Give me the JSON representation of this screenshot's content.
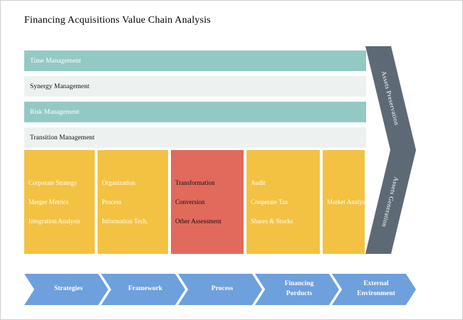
{
  "title": "Financing Acquisitions Value Chain Analysis",
  "support_bars": [
    {
      "label": "Time Management",
      "variant": "teal"
    },
    {
      "label": "Synergy Management",
      "variant": "light"
    },
    {
      "label": "Risk Management",
      "variant": "teal"
    },
    {
      "label": "Transition Management",
      "variant": "light"
    }
  ],
  "activity_boxes": [
    {
      "variant": "yellow",
      "items": [
        "Corporate Strategy",
        "Merger Metrics",
        "Integration Analysis"
      ]
    },
    {
      "variant": "yellow",
      "items": [
        "Organization",
        "Process",
        "Information Tech."
      ]
    },
    {
      "variant": "red",
      "items": [
        "Transformation",
        "Conversion",
        "Other Assessment"
      ]
    },
    {
      "variant": "yellow",
      "items": [
        "Audit",
        "Cooperate Tax",
        "Shares & Stocks"
      ]
    },
    {
      "variant": "yellow",
      "items": [
        "Market Analysis"
      ]
    }
  ],
  "assets_arrow": {
    "top_label": "Assets Preservation",
    "bottom_label": "Assets Generation"
  },
  "bottom_chevrons": [
    {
      "label": "Strategies"
    },
    {
      "label": "Framework"
    },
    {
      "label": "Process"
    },
    {
      "label": "Financing Porducts"
    },
    {
      "label": "External Environment"
    }
  ],
  "colors": {
    "teal": "#93C9C4",
    "light": "#EDF2F1",
    "yellow": "#F3C243",
    "red": "#E16A5C",
    "arrow": "#5D6A76",
    "chevron_blue": "#6DA0DC"
  }
}
